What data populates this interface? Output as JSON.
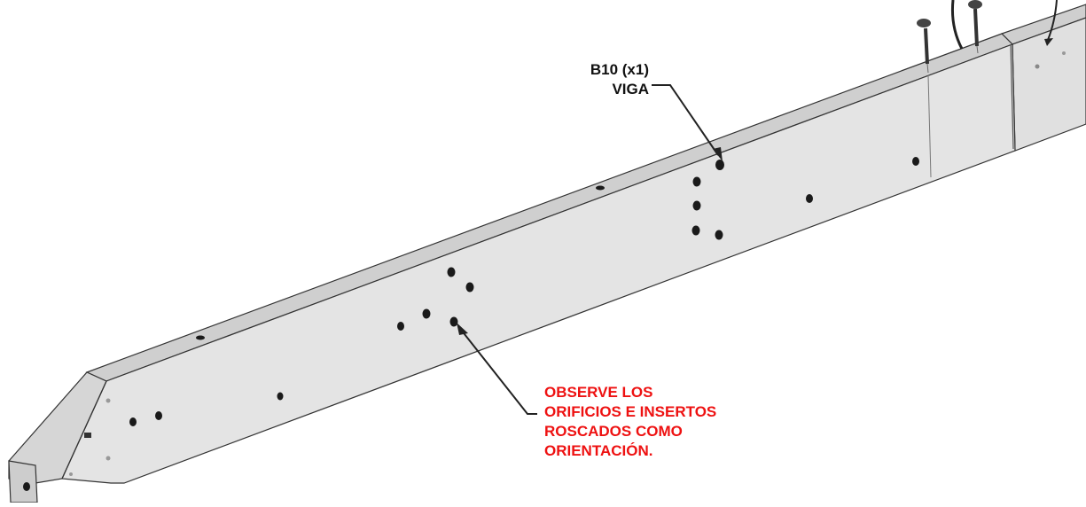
{
  "part_label": {
    "code": "B10 (x1)",
    "name": "VIGA"
  },
  "note": {
    "lines": [
      "OBSERVE LOS",
      "ORIFICIOS E INSERTOS",
      "ROSCADOS COMO",
      "ORIENTACIÓN."
    ]
  },
  "colors": {
    "beam_front": "#e4e4e4",
    "beam_top": "#cfcfcf",
    "beam_end": "#d6d6d6",
    "outline": "#333333",
    "hole": "#1a1a1a",
    "note_text": "#ee1111",
    "label_text": "#111111"
  }
}
